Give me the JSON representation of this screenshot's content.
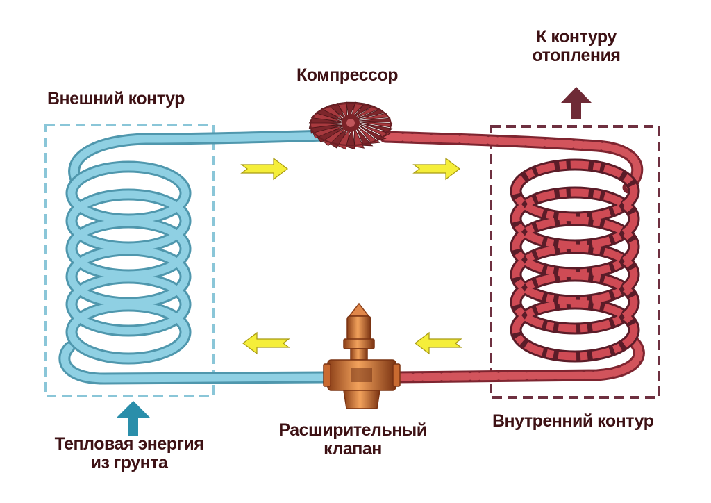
{
  "labels": {
    "outer_contour": "Внешний контур",
    "compressor": "Компрессор",
    "to_heating": {
      "line1": "К контуру",
      "line2": "отопления"
    },
    "inner_contour": "Внутренний контур",
    "expansion_valve": {
      "line1": "Расширительный",
      "line2": "клапан"
    },
    "ground_energy": {
      "line1": "Тепловая энергия",
      "line2": "из грунта"
    }
  },
  "colors": {
    "text": "#3d1114",
    "cold_pipe": "#7cc3da",
    "hot_pipe": "#c8464f",
    "outer_frame": "#8ac6d8",
    "inner_frame": "#6e3040",
    "up_arrow_blue": "#2a8eaa",
    "up_arrow_dark": "#6e2a36",
    "flow_arrow": "#f3ea2c",
    "compressor": "#9b3338",
    "valve": "#d97a3b"
  },
  "icons": {
    "compressor": "turbine-fan-icon",
    "expansion_valve": "brass-valve-icon",
    "flow_direction": "arrow-right-icon"
  }
}
